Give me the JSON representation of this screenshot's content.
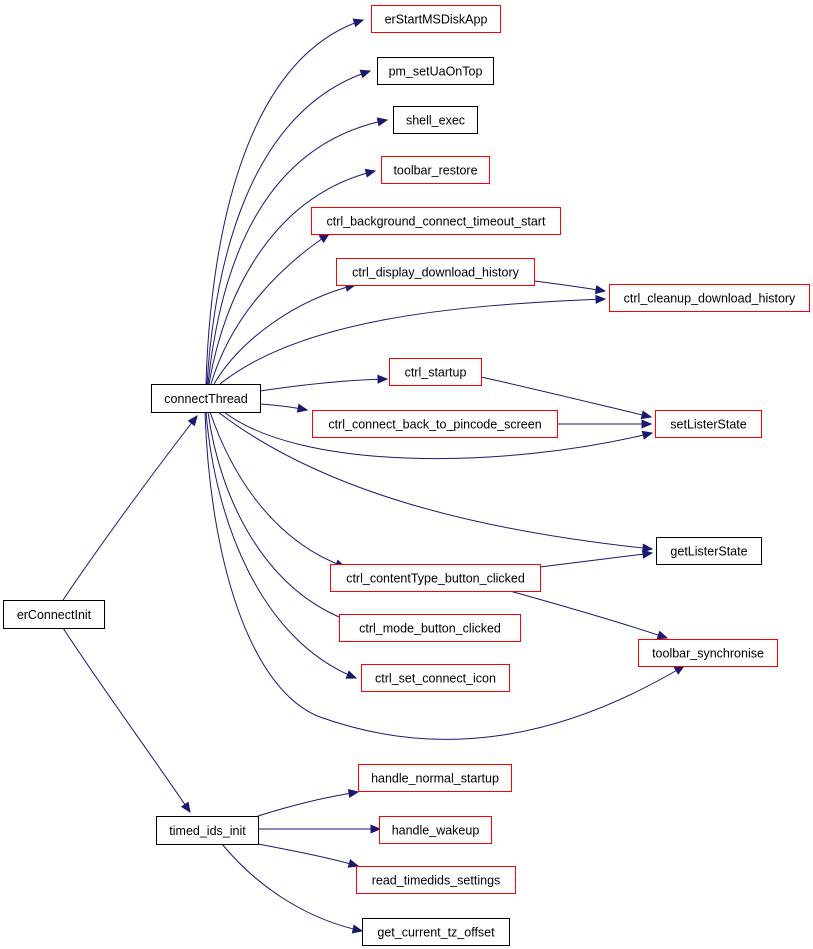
{
  "colors": {
    "edge": "#191970",
    "root_fill": "#bfbfbf",
    "border_black": "#000000",
    "border_red": "#ff0000"
  },
  "nodes": [
    {
      "id": "erConnectInit",
      "label": "erConnectInit",
      "border": "black",
      "root": true
    },
    {
      "id": "connectThread",
      "label": "connectThread",
      "border": "black"
    },
    {
      "id": "timed_ids_init",
      "label": "timed_ids_init",
      "border": "black"
    },
    {
      "id": "erStartMSDiskApp",
      "label": "erStartMSDiskApp",
      "border": "red"
    },
    {
      "id": "pm_setUaOnTop",
      "label": "pm_setUaOnTop",
      "border": "black"
    },
    {
      "id": "shell_exec",
      "label": "shell_exec",
      "border": "black"
    },
    {
      "id": "toolbar_restore",
      "label": "toolbar_restore",
      "border": "red"
    },
    {
      "id": "ctrl_background_connect_timeout_start",
      "label": "ctrl_background_connect_timeout_start",
      "border": "red"
    },
    {
      "id": "ctrl_display_download_history",
      "label": "ctrl_display_download_history",
      "border": "red"
    },
    {
      "id": "ctrl_cleanup_download_history",
      "label": "ctrl_cleanup_download_history",
      "border": "red"
    },
    {
      "id": "ctrl_startup",
      "label": "ctrl_startup",
      "border": "red"
    },
    {
      "id": "ctrl_connect_back_to_pincode_screen",
      "label": "ctrl_connect_back_to_pincode_screen",
      "border": "red"
    },
    {
      "id": "setListerState",
      "label": "setListerState",
      "border": "red"
    },
    {
      "id": "getListerState",
      "label": "getListerState",
      "border": "black"
    },
    {
      "id": "ctrl_contentType_button_clicked",
      "label": "ctrl_contentType_button_clicked",
      "border": "red"
    },
    {
      "id": "ctrl_mode_button_clicked",
      "label": "ctrl_mode_button_clicked",
      "border": "red"
    },
    {
      "id": "toolbar_synchronise",
      "label": "toolbar_synchronise",
      "border": "red"
    },
    {
      "id": "ctrl_set_connect_icon",
      "label": "ctrl_set_connect_icon",
      "border": "red"
    },
    {
      "id": "handle_normal_startup",
      "label": "handle_normal_startup",
      "border": "red"
    },
    {
      "id": "handle_wakeup",
      "label": "handle_wakeup",
      "border": "red"
    },
    {
      "id": "read_timedids_settings",
      "label": "read_timedids_settings",
      "border": "red"
    },
    {
      "id": "get_current_tz_offset",
      "label": "get_current_tz_offset",
      "border": "black"
    }
  ],
  "edges": [
    {
      "from": "erConnectInit",
      "to": "connectThread"
    },
    {
      "from": "erConnectInit",
      "to": "timed_ids_init"
    },
    {
      "from": "connectThread",
      "to": "erStartMSDiskApp"
    },
    {
      "from": "connectThread",
      "to": "pm_setUaOnTop"
    },
    {
      "from": "connectThread",
      "to": "shell_exec"
    },
    {
      "from": "connectThread",
      "to": "toolbar_restore"
    },
    {
      "from": "connectThread",
      "to": "ctrl_background_connect_timeout_start"
    },
    {
      "from": "connectThread",
      "to": "ctrl_display_download_history"
    },
    {
      "from": "connectThread",
      "to": "ctrl_cleanup_download_history"
    },
    {
      "from": "connectThread",
      "to": "ctrl_startup"
    },
    {
      "from": "connectThread",
      "to": "ctrl_connect_back_to_pincode_screen"
    },
    {
      "from": "connectThread",
      "to": "setListerState"
    },
    {
      "from": "connectThread",
      "to": "getListerState"
    },
    {
      "from": "connectThread",
      "to": "ctrl_contentType_button_clicked"
    },
    {
      "from": "connectThread",
      "to": "ctrl_mode_button_clicked"
    },
    {
      "from": "connectThread",
      "to": "ctrl_set_connect_icon"
    },
    {
      "from": "connectThread",
      "to": "toolbar_synchronise"
    },
    {
      "from": "ctrl_display_download_history",
      "to": "ctrl_cleanup_download_history"
    },
    {
      "from": "ctrl_startup",
      "to": "setListerState"
    },
    {
      "from": "ctrl_connect_back_to_pincode_screen",
      "to": "setListerState"
    },
    {
      "from": "ctrl_contentType_button_clicked",
      "to": "getListerState"
    },
    {
      "from": "ctrl_contentType_button_clicked",
      "to": "toolbar_synchronise"
    },
    {
      "from": "timed_ids_init",
      "to": "handle_normal_startup"
    },
    {
      "from": "timed_ids_init",
      "to": "handle_wakeup"
    },
    {
      "from": "timed_ids_init",
      "to": "read_timedids_settings"
    },
    {
      "from": "timed_ids_init",
      "to": "get_current_tz_offset"
    }
  ]
}
